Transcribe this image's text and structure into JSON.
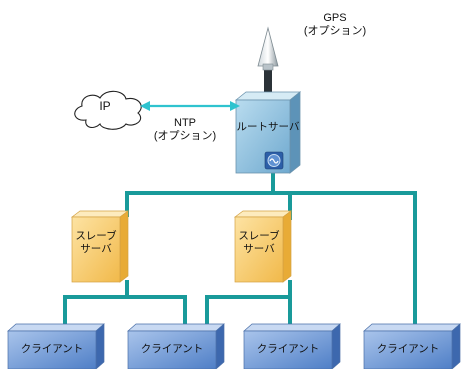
{
  "gps": {
    "line1": "GPS",
    "line2": "(オプション)"
  },
  "ip": {
    "label": "IP"
  },
  "ntp": {
    "line1": "NTP",
    "line2": "(オプション)"
  },
  "root_server": {
    "label": "ルートサーバ"
  },
  "slave_servers": [
    {
      "line1": "スレーブ",
      "line2": "サーバ"
    },
    {
      "line1": "スレーブ",
      "line2": "サーバ"
    }
  ],
  "clients": [
    {
      "label": "クライアント"
    },
    {
      "label": "クライアント"
    },
    {
      "label": "クライアント"
    },
    {
      "label": "クライアント"
    }
  ],
  "colors": {
    "network_line": "#199a9a",
    "root_box": "#8fc4e0",
    "slave_box": "#f7cc6c",
    "client_box": "#7fa5d9",
    "ntp_arrow": "#2fc3cf"
  }
}
